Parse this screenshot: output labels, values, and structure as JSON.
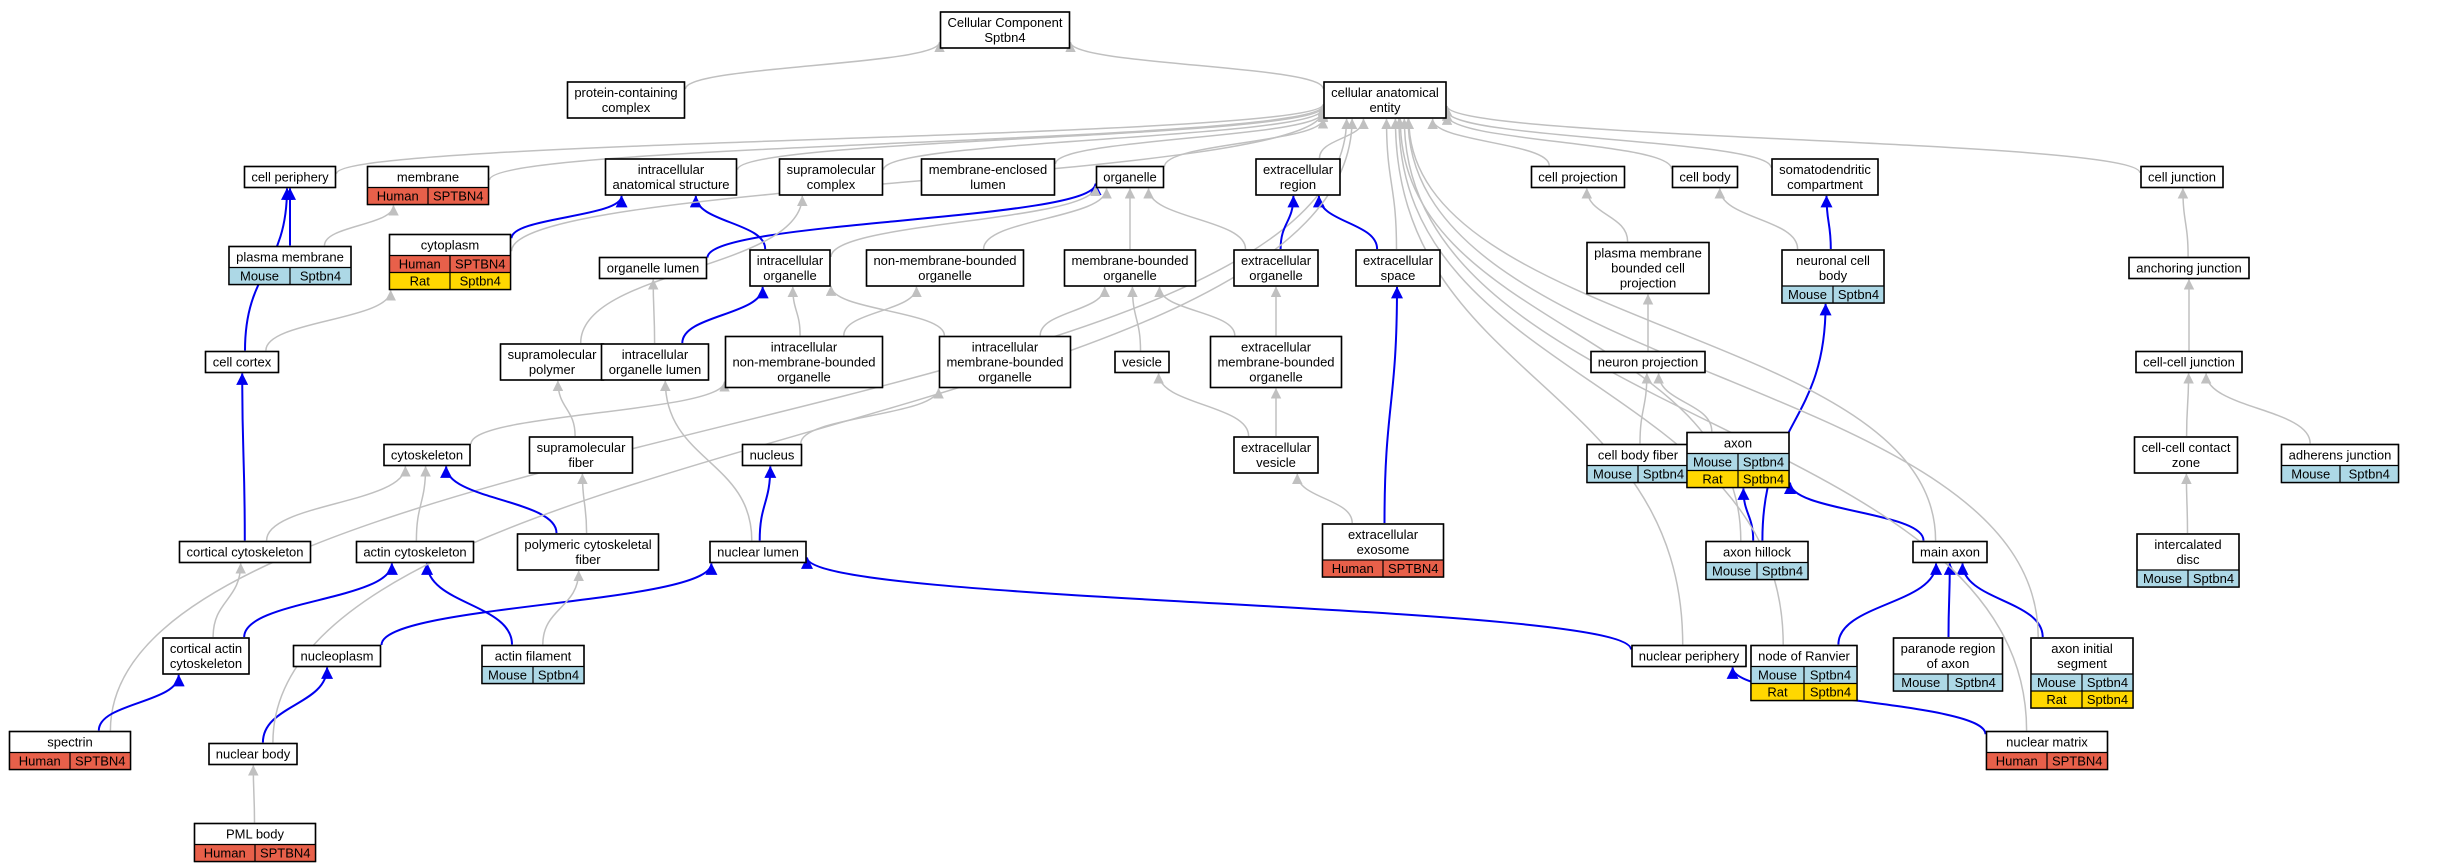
{
  "colors": {
    "Human": "#e8604a",
    "Mouse": "#add8e6",
    "Rat": "#ffd700",
    "edge_is_a": "#c0c0c0",
    "edge_part_of": "#0000ee"
  },
  "nodes": [
    {
      "id": "root",
      "lines": [
        "Cellular Component",
        "Sptbn4"
      ]
    },
    {
      "id": "cae",
      "lines": [
        "cellular anatomical",
        "entity"
      ]
    },
    {
      "id": "pcc",
      "lines": [
        "protein-containing",
        "complex"
      ]
    },
    {
      "id": "cellper",
      "lines": [
        "cell periphery"
      ]
    },
    {
      "id": "membrane",
      "lines": [
        "membrane"
      ],
      "species": [
        [
          "Human",
          "SPTBN4"
        ]
      ]
    },
    {
      "id": "ias",
      "lines": [
        "intracellular",
        "anatomical structure"
      ]
    },
    {
      "id": "supcomp",
      "lines": [
        "supramolecular",
        "complex"
      ]
    },
    {
      "id": "melumen",
      "lines": [
        "membrane-enclosed",
        "lumen"
      ]
    },
    {
      "id": "organelle",
      "lines": [
        "organelle"
      ]
    },
    {
      "id": "exreg",
      "lines": [
        "extracellular",
        "region"
      ]
    },
    {
      "id": "cellproj",
      "lines": [
        "cell projection"
      ]
    },
    {
      "id": "cellbody",
      "lines": [
        "cell body"
      ]
    },
    {
      "id": "somato",
      "lines": [
        "somatodendritic",
        "compartment"
      ]
    },
    {
      "id": "celljunc",
      "lines": [
        "cell junction"
      ]
    },
    {
      "id": "plasmamem",
      "lines": [
        "plasma membrane"
      ],
      "species": [
        [
          "Mouse",
          "Sptbn4"
        ]
      ]
    },
    {
      "id": "cytoplasm",
      "lines": [
        "cytoplasm"
      ],
      "species": [
        [
          "Human",
          "SPTBN4"
        ],
        [
          "Rat",
          "Sptbn4"
        ]
      ]
    },
    {
      "id": "orglumen",
      "lines": [
        "organelle lumen"
      ]
    },
    {
      "id": "intorg",
      "lines": [
        "intracellular",
        "organelle"
      ]
    },
    {
      "id": "nmbo",
      "lines": [
        "non-membrane-bounded",
        "organelle"
      ]
    },
    {
      "id": "mbo",
      "lines": [
        "membrane-bounded",
        "organelle"
      ]
    },
    {
      "id": "exorg",
      "lines": [
        "extracellular",
        "organelle"
      ]
    },
    {
      "id": "exspace",
      "lines": [
        "extracellular",
        "space"
      ]
    },
    {
      "id": "pmbcp",
      "lines": [
        "plasma membrane",
        "bounded cell",
        "projection"
      ]
    },
    {
      "id": "ncb",
      "lines": [
        "neuronal cell",
        "body"
      ],
      "species": [
        [
          "Mouse",
          "Sptbn4"
        ]
      ]
    },
    {
      "id": "anchjunc",
      "lines": [
        "anchoring junction"
      ]
    },
    {
      "id": "cellcortex",
      "lines": [
        "cell cortex"
      ]
    },
    {
      "id": "suppoly",
      "lines": [
        "supramolecular",
        "polymer"
      ]
    },
    {
      "id": "iol",
      "lines": [
        "intracellular",
        "organelle lumen"
      ]
    },
    {
      "id": "inmbo",
      "lines": [
        "intracellular",
        "non-membrane-bounded",
        "organelle"
      ]
    },
    {
      "id": "imbo",
      "lines": [
        "intracellular",
        "membrane-bounded",
        "organelle"
      ]
    },
    {
      "id": "vesicle",
      "lines": [
        "vesicle"
      ]
    },
    {
      "id": "exmbo",
      "lines": [
        "extracellular",
        "membrane-bounded",
        "organelle"
      ]
    },
    {
      "id": "neuproj",
      "lines": [
        "neuron projection"
      ]
    },
    {
      "id": "ccjunc",
      "lines": [
        "cell-cell junction"
      ]
    },
    {
      "id": "cytoskeleton",
      "lines": [
        "cytoskeleton"
      ]
    },
    {
      "id": "supfiber",
      "lines": [
        "supramolecular",
        "fiber"
      ]
    },
    {
      "id": "nucleus",
      "lines": [
        "nucleus"
      ]
    },
    {
      "id": "exves",
      "lines": [
        "extracellular",
        "vesicle"
      ]
    },
    {
      "id": "cbfiber",
      "lines": [
        "cell body fiber"
      ],
      "species": [
        [
          "Mouse",
          "Sptbn4"
        ]
      ]
    },
    {
      "id": "axon",
      "lines": [
        "axon"
      ],
      "species": [
        [
          "Mouse",
          "Sptbn4"
        ],
        [
          "Rat",
          "Sptbn4"
        ]
      ]
    },
    {
      "id": "cccz",
      "lines": [
        "cell-cell contact",
        "zone"
      ]
    },
    {
      "id": "adherens",
      "lines": [
        "adherens junction"
      ],
      "species": [
        [
          "Mouse",
          "Sptbn4"
        ]
      ]
    },
    {
      "id": "cortcyto",
      "lines": [
        "cortical cytoskeleton"
      ]
    },
    {
      "id": "actincyto",
      "lines": [
        "actin cytoskeleton"
      ]
    },
    {
      "id": "pcf",
      "lines": [
        "polymeric cytoskeletal",
        "fiber"
      ]
    },
    {
      "id": "nuclumen",
      "lines": [
        "nuclear lumen"
      ]
    },
    {
      "id": "exosome",
      "lines": [
        "extracellular",
        "exosome"
      ],
      "species": [
        [
          "Human",
          "SPTBN4"
        ]
      ]
    },
    {
      "id": "axonhill",
      "lines": [
        "axon hillock"
      ],
      "species": [
        [
          "Mouse",
          "Sptbn4"
        ]
      ]
    },
    {
      "id": "mainaxon",
      "lines": [
        "main axon"
      ]
    },
    {
      "id": "intdisc",
      "lines": [
        "intercalated",
        "disc"
      ],
      "species": [
        [
          "Mouse",
          "Sptbn4"
        ]
      ]
    },
    {
      "id": "cac",
      "lines": [
        "cortical actin",
        "cytoskeleton"
      ]
    },
    {
      "id": "nucleoplasm",
      "lines": [
        "nucleoplasm"
      ]
    },
    {
      "id": "actinfil",
      "lines": [
        "actin filament"
      ],
      "species": [
        [
          "Mouse",
          "Sptbn4"
        ]
      ]
    },
    {
      "id": "nucper",
      "lines": [
        "nuclear periphery"
      ]
    },
    {
      "id": "ranvier",
      "lines": [
        "node of Ranvier"
      ],
      "species": [
        [
          "Mouse",
          "Sptbn4"
        ],
        [
          "Rat",
          "Sptbn4"
        ]
      ]
    },
    {
      "id": "paranode",
      "lines": [
        "paranode region",
        "of axon"
      ],
      "species": [
        [
          "Mouse",
          "Sptbn4"
        ]
      ]
    },
    {
      "id": "ais",
      "lines": [
        "axon initial",
        "segment"
      ],
      "species": [
        [
          "Mouse",
          "Sptbn4"
        ],
        [
          "Rat",
          "Sptbn4"
        ]
      ]
    },
    {
      "id": "spectrin",
      "lines": [
        "spectrin"
      ],
      "species": [
        [
          "Human",
          "SPTBN4"
        ]
      ]
    },
    {
      "id": "nucbody",
      "lines": [
        "nuclear body"
      ]
    },
    {
      "id": "nucmatrix",
      "lines": [
        "nuclear matrix"
      ],
      "species": [
        [
          "Human",
          "SPTBN4"
        ]
      ]
    },
    {
      "id": "pml",
      "lines": [
        "PML body"
      ],
      "species": [
        [
          "Human",
          "SPTBN4"
        ]
      ]
    }
  ],
  "edges": [
    [
      "pcc",
      "root",
      "is_a"
    ],
    [
      "cae",
      "root",
      "is_a"
    ],
    [
      "spectrin",
      "cae",
      "is_a"
    ],
    [
      "cellper",
      "cae",
      "is_a"
    ],
    [
      "membrane",
      "cae",
      "is_a"
    ],
    [
      "ias",
      "cae",
      "is_a"
    ],
    [
      "supcomp",
      "cae",
      "is_a"
    ],
    [
      "melumen",
      "cae",
      "is_a"
    ],
    [
      "organelle",
      "cae",
      "is_a"
    ],
    [
      "exreg",
      "cae",
      "is_a"
    ],
    [
      "cellproj",
      "cae",
      "is_a"
    ],
    [
      "cellbody",
      "cae",
      "is_a"
    ],
    [
      "somato",
      "cae",
      "is_a"
    ],
    [
      "celljunc",
      "cae",
      "is_a"
    ],
    [
      "exspace",
      "cae",
      "is_a"
    ],
    [
      "plasmamem",
      "membrane",
      "is_a"
    ],
    [
      "plasmamem",
      "cellper",
      "part_of"
    ],
    [
      "cytoplasm",
      "ias",
      "part_of"
    ],
    [
      "orglumen",
      "organelle",
      "part_of"
    ],
    [
      "intorg",
      "ias",
      "part_of"
    ],
    [
      "intorg",
      "organelle",
      "is_a"
    ],
    [
      "nmbo",
      "organelle",
      "is_a"
    ],
    [
      "mbo",
      "organelle",
      "is_a"
    ],
    [
      "exorg",
      "organelle",
      "is_a"
    ],
    [
      "exorg",
      "exreg",
      "part_of"
    ],
    [
      "exspace",
      "exreg",
      "part_of"
    ],
    [
      "pmbcp",
      "cellproj",
      "is_a"
    ],
    [
      "ncb",
      "cellbody",
      "is_a"
    ],
    [
      "ncb",
      "somato",
      "part_of"
    ],
    [
      "anchjunc",
      "celljunc",
      "is_a"
    ],
    [
      "cellcortex",
      "cellper",
      "part_of"
    ],
    [
      "cellcortex",
      "cytoplasm",
      "is_a"
    ],
    [
      "suppoly",
      "supcomp",
      "is_a"
    ],
    [
      "iol",
      "orglumen",
      "is_a"
    ],
    [
      "iol",
      "intorg",
      "part_of"
    ],
    [
      "inmbo",
      "intorg",
      "is_a"
    ],
    [
      "inmbo",
      "nmbo",
      "is_a"
    ],
    [
      "imbo",
      "intorg",
      "is_a"
    ],
    [
      "imbo",
      "mbo",
      "is_a"
    ],
    [
      "vesicle",
      "mbo",
      "is_a"
    ],
    [
      "exmbo",
      "mbo",
      "is_a"
    ],
    [
      "exmbo",
      "exorg",
      "is_a"
    ],
    [
      "neuproj",
      "pmbcp",
      "is_a"
    ],
    [
      "ccjunc",
      "anchjunc",
      "is_a"
    ],
    [
      "cytoskeleton",
      "inmbo",
      "is_a"
    ],
    [
      "supfiber",
      "suppoly",
      "is_a"
    ],
    [
      "nucleus",
      "imbo",
      "is_a"
    ],
    [
      "exves",
      "vesicle",
      "is_a"
    ],
    [
      "exves",
      "exmbo",
      "is_a"
    ],
    [
      "cbfiber",
      "neuproj",
      "is_a"
    ],
    [
      "axon",
      "neuproj",
      "is_a"
    ],
    [
      "cccz",
      "ccjunc",
      "is_a"
    ],
    [
      "adherens",
      "ccjunc",
      "is_a"
    ],
    [
      "cortcyto",
      "cytoskeleton",
      "is_a"
    ],
    [
      "cortcyto",
      "cellcortex",
      "part_of"
    ],
    [
      "actincyto",
      "cytoskeleton",
      "is_a"
    ],
    [
      "pcf",
      "cytoskeleton",
      "part_of"
    ],
    [
      "pcf",
      "supfiber",
      "is_a"
    ],
    [
      "nuclumen",
      "iol",
      "is_a"
    ],
    [
      "nuclumen",
      "nucleus",
      "part_of"
    ],
    [
      "exosome",
      "exves",
      "is_a"
    ],
    [
      "exosome",
      "exspace",
      "part_of"
    ],
    [
      "axonhill",
      "axon",
      "part_of"
    ],
    [
      "axonhill",
      "ncb",
      "part_of"
    ],
    [
      "axonhill",
      "cae",
      "is_a"
    ],
    [
      "mainaxon",
      "axon",
      "part_of"
    ],
    [
      "mainaxon",
      "cae",
      "is_a"
    ],
    [
      "intdisc",
      "cccz",
      "is_a"
    ],
    [
      "cac",
      "cortcyto",
      "is_a"
    ],
    [
      "cac",
      "actincyto",
      "part_of"
    ],
    [
      "nucleoplasm",
      "nuclumen",
      "part_of"
    ],
    [
      "actinfil",
      "actincyto",
      "part_of"
    ],
    [
      "actinfil",
      "pcf",
      "is_a"
    ],
    [
      "nucper",
      "nuclumen",
      "part_of"
    ],
    [
      "nucper",
      "cae",
      "is_a"
    ],
    [
      "ranvier",
      "mainaxon",
      "part_of"
    ],
    [
      "ranvier",
      "cae",
      "is_a"
    ],
    [
      "paranode",
      "mainaxon",
      "part_of"
    ],
    [
      "ais",
      "mainaxon",
      "part_of"
    ],
    [
      "ais",
      "cae",
      "is_a"
    ],
    [
      "spectrin",
      "cac",
      "part_of"
    ],
    [
      "nucbody",
      "nucleoplasm",
      "part_of"
    ],
    [
      "nucbody",
      "cae",
      "is_a"
    ],
    [
      "nucmatrix",
      "nucper",
      "part_of"
    ],
    [
      "nucmatrix",
      "cae",
      "is_a"
    ],
    [
      "pml",
      "nucbody",
      "is_a"
    ],
    [
      "cytoplasm",
      "cae",
      "is_a"
    ]
  ]
}
